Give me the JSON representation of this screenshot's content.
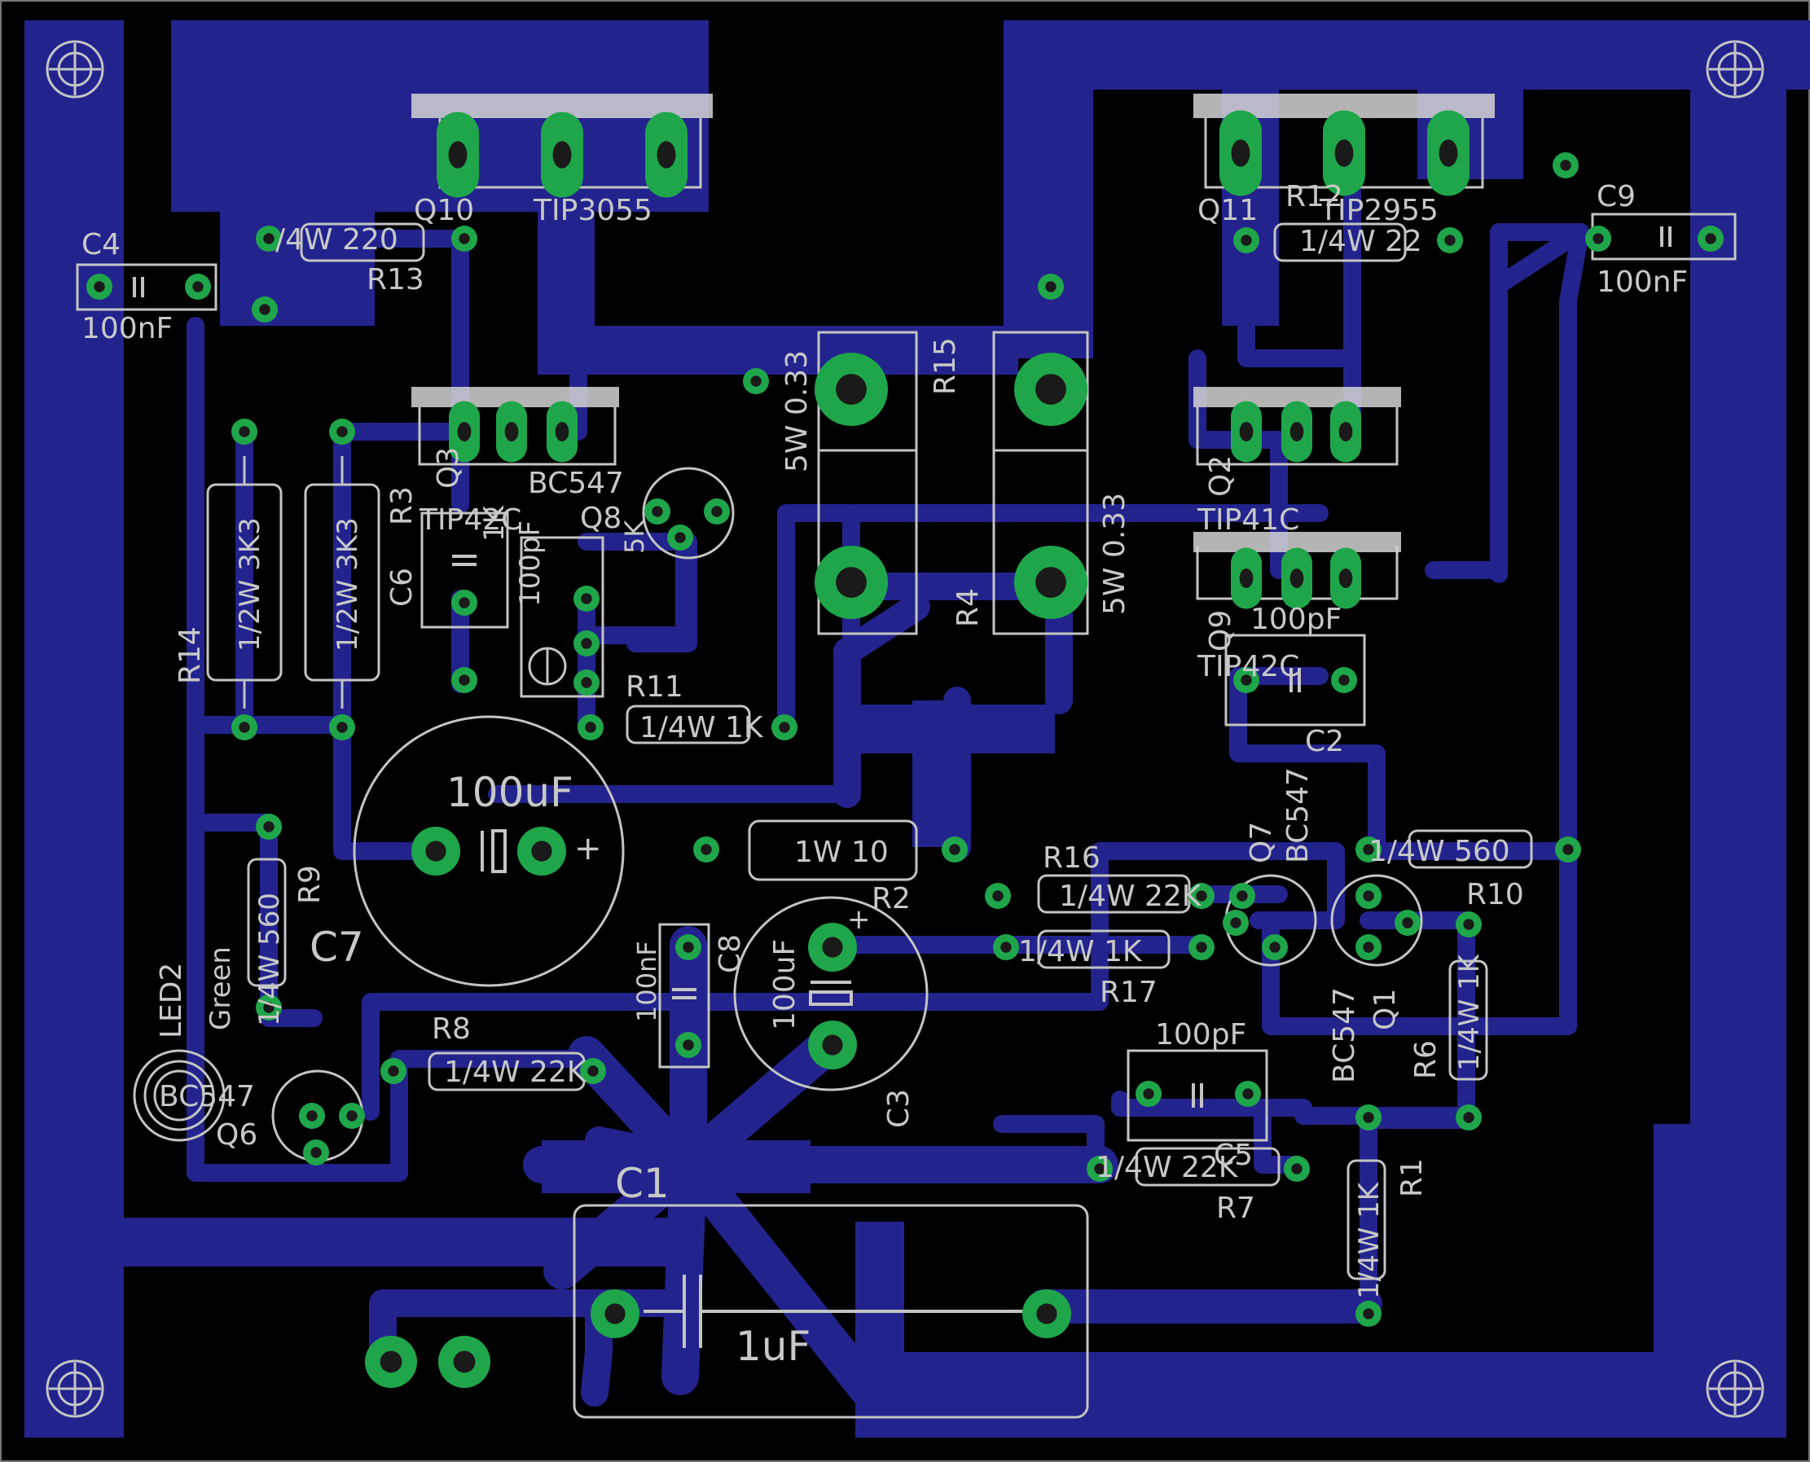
{
  "colors": {
    "background": "#000000",
    "copper": "#23238e",
    "pad": "#1fa64a",
    "silk": "#c4c4c4",
    "drill": "#1a1a1a",
    "header": "#d4d4d4"
  },
  "labels": {
    "q10": "Q10",
    "q10_val": "TIP3055",
    "q11": "Q11",
    "q11_val": "TIP2955",
    "r12": "R12",
    "r12_val": "1/4W 22",
    "c4": "C4",
    "c4_val": "100nF",
    "c9": "C9",
    "c9_val": "100nF",
    "r13": "R13",
    "r13_val": "/4W 220",
    "r15": "R15",
    "r15_val": "5W 0.33",
    "r4": "R4",
    "r4_val": "5W 0.33",
    "q3": "Q3",
    "q3_val": "TIP42C",
    "q8_val": "BC547",
    "q8": "Q8",
    "r3": "R3",
    "r3_val": "1K",
    "c6": "C6",
    "c6_val": "100pF",
    "trim": "5K",
    "r14": "R14",
    "r14_val": "1/2W 3K3",
    "r5_val": "1/2W 3K3",
    "q2": "Q2",
    "q2_val": "TIP41C",
    "q9": "Q9",
    "q9_val": "TIP42C",
    "c2": "C2",
    "c2_val": "100pF",
    "r11": "R11",
    "r11_val": "1/4W 1K",
    "c7": "C7",
    "c7_val": "100uF",
    "r2": "R2",
    "r2_val": "1W 10",
    "r16": "R16",
    "r16_val": "1/4W 22K",
    "r17": "R17",
    "r17_val": "1/4W 1K",
    "q7": "Q7",
    "q7_val": "BC547",
    "q1": "Q1",
    "q1_val": "BC547",
    "r10": "R10",
    "r10_val": "1/4W 560",
    "r9": "R9",
    "r9_val": "1/4W 560",
    "led2": "LED2",
    "led2_val": "Green",
    "q6_val": "BC547",
    "q6": "Q6",
    "r8": "R8",
    "r8_val": "1/4W 22K",
    "c8": "C8",
    "c8_val": "100nF",
    "c3": "C3",
    "c3_val": "100uF",
    "r6": "R6",
    "r6_val": "1/4W 1K",
    "c5": "C5",
    "c5_val": "100pF",
    "r7": "R7",
    "r7_val": "1/4W 22K",
    "r1": "R1",
    "r1_val": "1/4W 1K",
    "c1": "C1",
    "c1_val": "1uF",
    "plus": "+"
  }
}
